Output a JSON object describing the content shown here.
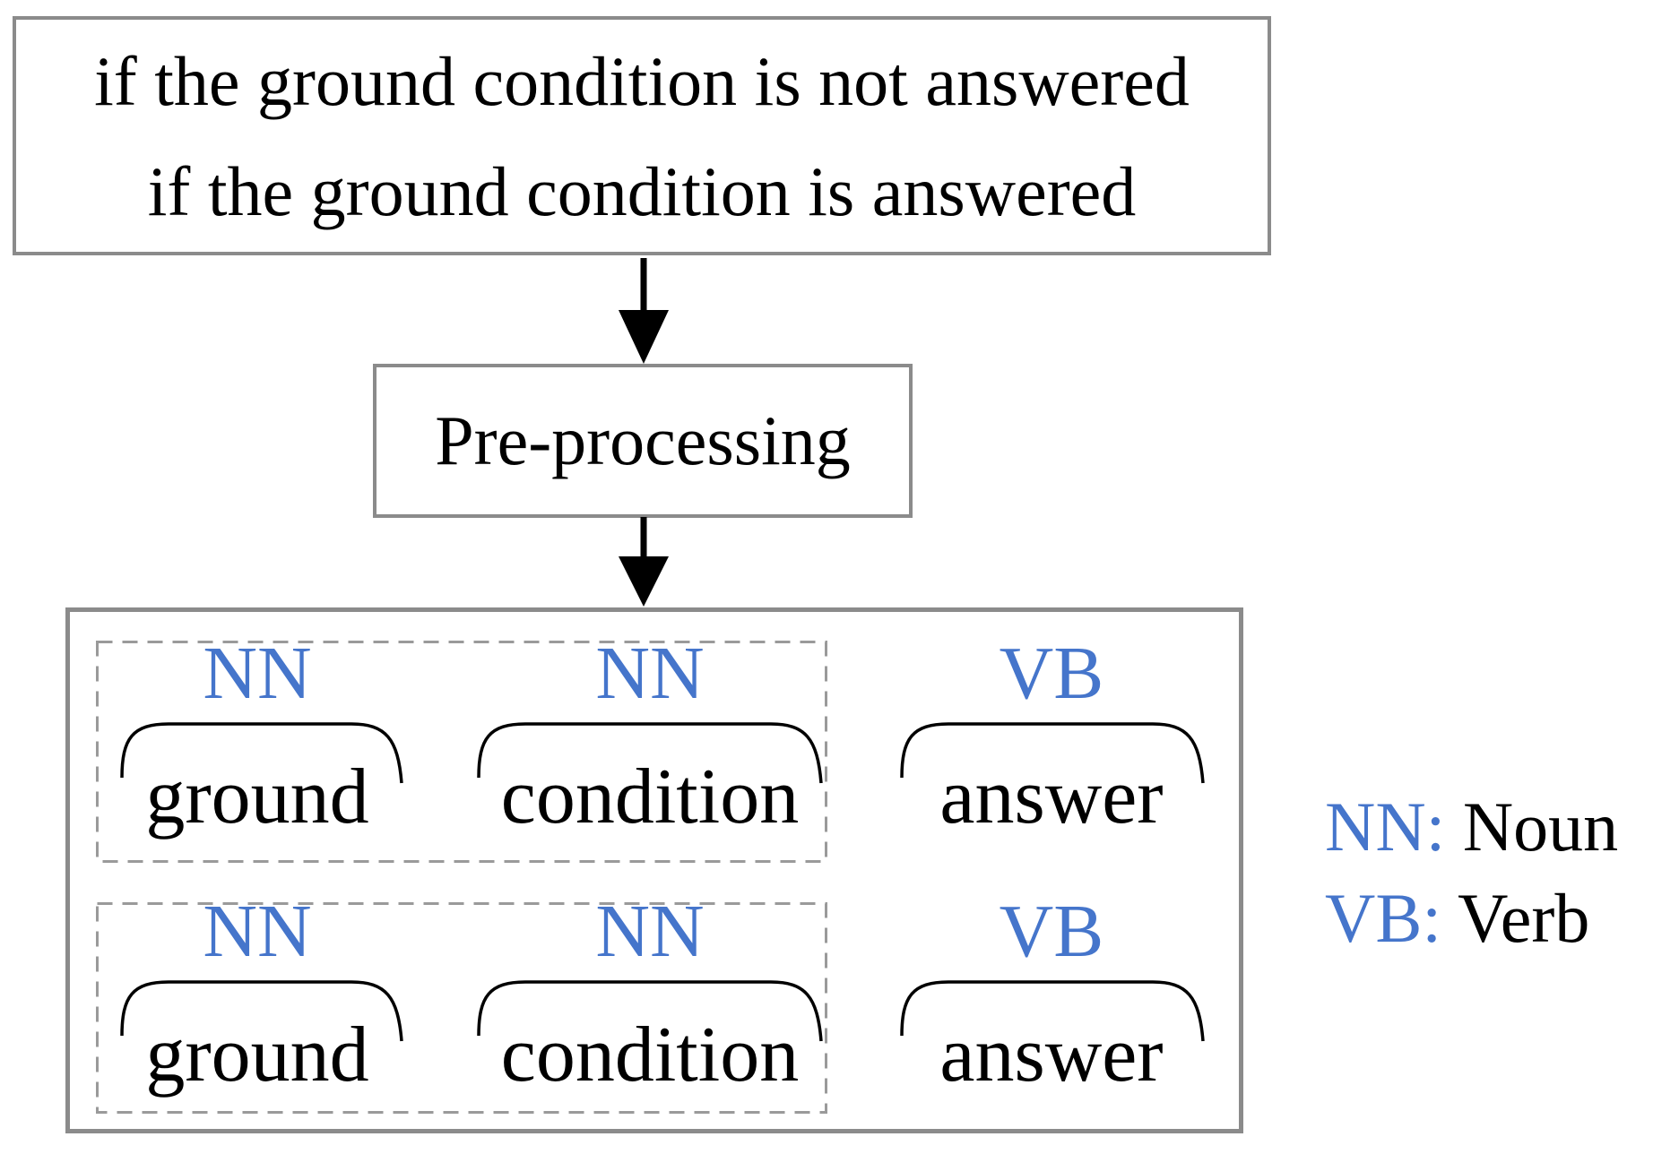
{
  "diagram": {
    "source_box": {
      "line1": "if the ground condition is not answered",
      "line2": "if the ground condition is answered"
    },
    "process_box": {
      "label": "Pre-processing"
    },
    "result_box": {
      "rows": [
        {
          "tokens": [
            {
              "tag": "NN",
              "word": "ground"
            },
            {
              "tag": "NN",
              "word": "condition"
            },
            {
              "tag": "VB",
              "word": "answer"
            }
          ]
        },
        {
          "tokens": [
            {
              "tag": "NN",
              "word": "ground"
            },
            {
              "tag": "NN",
              "word": "condition"
            },
            {
              "tag": "VB",
              "word": "answer"
            }
          ]
        }
      ]
    },
    "legend": [
      {
        "tag": "NN:",
        "label": "Noun"
      },
      {
        "tag": "VB:",
        "label": "Verb"
      }
    ],
    "colors": {
      "tag_blue": "#4575CB",
      "border_gray": "#8B8B8B",
      "dashed_gray": "#9A9A9A",
      "arrow_black": "#000000"
    }
  }
}
